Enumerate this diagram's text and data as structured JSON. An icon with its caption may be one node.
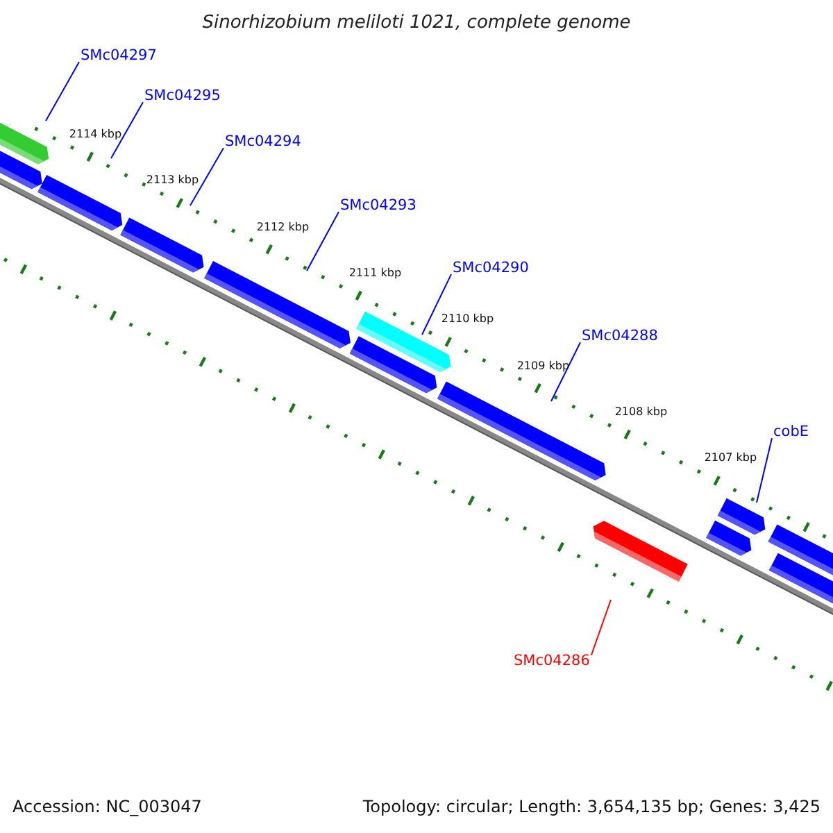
{
  "diagram": {
    "title": "Sinorhizobium meliloti 1021, complete genome",
    "nodes": [
      {
        "text": [
          "SMc04297"
        ]
      },
      {
        "text": [
          "SMc04295"
        ]
      },
      {
        "text": [
          "SMc04294"
        ]
      },
      {
        "text": [
          "SMc04293"
        ]
      },
      {
        "text": [
          "SMc04290"
        ]
      },
      {
        "text": [
          "SMc04288"
        ]
      },
      {
        "text": [
          "cobE"
        ]
      },
      {
        "text": [
          "SMc04286"
        ]
      }
    ],
    "edges": [
      {
        "from": 0,
        "to": null,
        "arrow": "none"
      },
      {
        "from": 1,
        "to": null,
        "arrow": "none"
      },
      {
        "from": 2,
        "to": null,
        "arrow": "none"
      },
      {
        "from": 3,
        "to": null,
        "arrow": "none"
      },
      {
        "from": 4,
        "to": null,
        "arrow": "none"
      },
      {
        "from": 5,
        "to": null,
        "arrow": "none"
      },
      {
        "from": 6,
        "to": null,
        "arrow": "none"
      },
      {
        "from": 7,
        "to": null,
        "arrow": "none",
        "color": "#ff0000"
      }
    ],
    "labels": [
      "2114 kbp",
      "2113 kbp",
      "2112 kbp",
      "2111 kbp",
      "2110 kbp",
      "2109 kbp",
      "2108 kbp",
      "2107 kbp",
      "Accession: NC_003047",
      "Topology: circular; Length: 3,654,135 bp; Genes: 3,425"
    ]
  }
}
